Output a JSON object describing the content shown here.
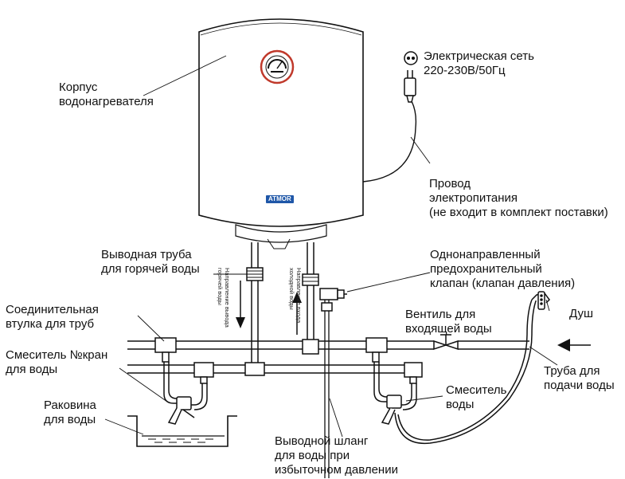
{
  "labels": {
    "body": [
      "Корпус",
      "водонагревателя"
    ],
    "power": [
      "Электрическая сеть",
      "220-230В/50Гц"
    ],
    "cable": [
      "Провод",
      "электропитания",
      "(не входит в комплект поставки)"
    ],
    "hot_outlet": [
      "Выводная труба",
      "для горячей воды"
    ],
    "safety_valve": [
      "Однонаправленный",
      "предохранительный",
      "клапан (клапан давления)"
    ],
    "coupling": [
      "Соединительная",
      "втулка для труб"
    ],
    "inlet_valve": [
      "Вентиль для",
      "входящей воды"
    ],
    "shower": "Душ",
    "mixer_tap": [
      "Смеситель №кран",
      "для воды"
    ],
    "supply_pipe": [
      "Труба для",
      "подачи воды"
    ],
    "sink": [
      "Раковина",
      "для воды"
    ],
    "mixer": [
      "Смеситель",
      "воды"
    ],
    "drain_hose": [
      "Выводной шланг",
      "для воды при",
      "избыточном давлении"
    ]
  },
  "vertical_text": {
    "hot_flow": [
      "Направление вывода",
      "горячей воды"
    ],
    "cold_flow": [
      "Направление входа",
      "холодной воды"
    ]
  },
  "brand": "ATMOR",
  "colors": {
    "line": "#111111",
    "brand_blue": "#1f57a8",
    "gauge_red": "#c0392b",
    "water": "#555555"
  }
}
